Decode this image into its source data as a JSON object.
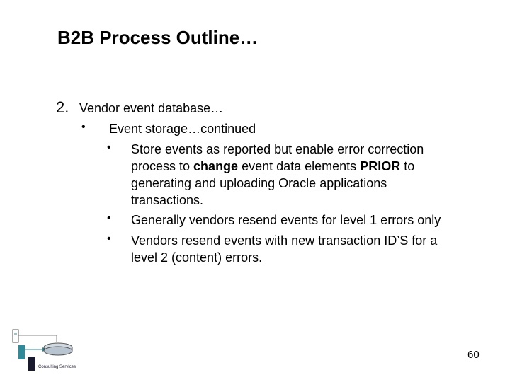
{
  "title": "B2B Process Outline…",
  "outline": {
    "number": "2.",
    "heading": "Vendor event database…",
    "sub": {
      "bullet": "•",
      "heading": "Event storage…continued",
      "items": [
        {
          "bullet": "•",
          "lines": [
            "Store events as reported but enable error correction",
            [
              "process to ",
              {
                "bold": "change"
              },
              " event data elements ",
              {
                "bold": "PRIOR"
              },
              " to"
            ],
            "generating and uploading Oracle applications",
            "transactions."
          ]
        },
        {
          "bullet": "•",
          "lines": [
            "Generally vendors resend events for level 1 errors only"
          ]
        },
        {
          "bullet": "•",
          "lines": [
            "Vendors resend events with new transaction ID’S for a",
            "level 2 (content) errors."
          ]
        }
      ]
    }
  },
  "page_number": "60",
  "logo": {
    "icon": "flow-diagram-logo",
    "caption": "Consulting Services"
  },
  "colors": {
    "logo_teal": "#2e8b99",
    "logo_dark": "#1a1a2e"
  }
}
